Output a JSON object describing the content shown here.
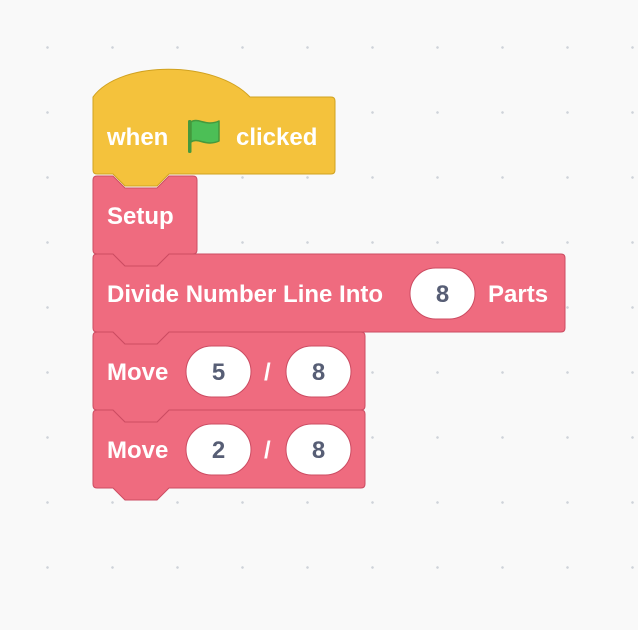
{
  "colors": {
    "events_block": "#f4c23c",
    "events_border": "#d1a220",
    "custom_block": "#ef6b7f",
    "custom_border": "#cc4c62",
    "flag": "#4cbf56",
    "input_text": "#575e75",
    "workspace_bg": "#f9f9f9"
  },
  "script": {
    "hat_block": {
      "when_label": "when",
      "flag_icon": "green-flag-icon",
      "clicked_label": "clicked"
    },
    "setup_block": {
      "label": "Setup"
    },
    "divide_block": {
      "label_before": "Divide Number Line Into",
      "parts_value": "8",
      "label_after": "Parts"
    },
    "move_blocks": [
      {
        "label": "Move",
        "numerator": "5",
        "separator": "/",
        "denominator": "8"
      },
      {
        "label": "Move",
        "numerator": "2",
        "separator": "/",
        "denominator": "8"
      }
    ]
  }
}
